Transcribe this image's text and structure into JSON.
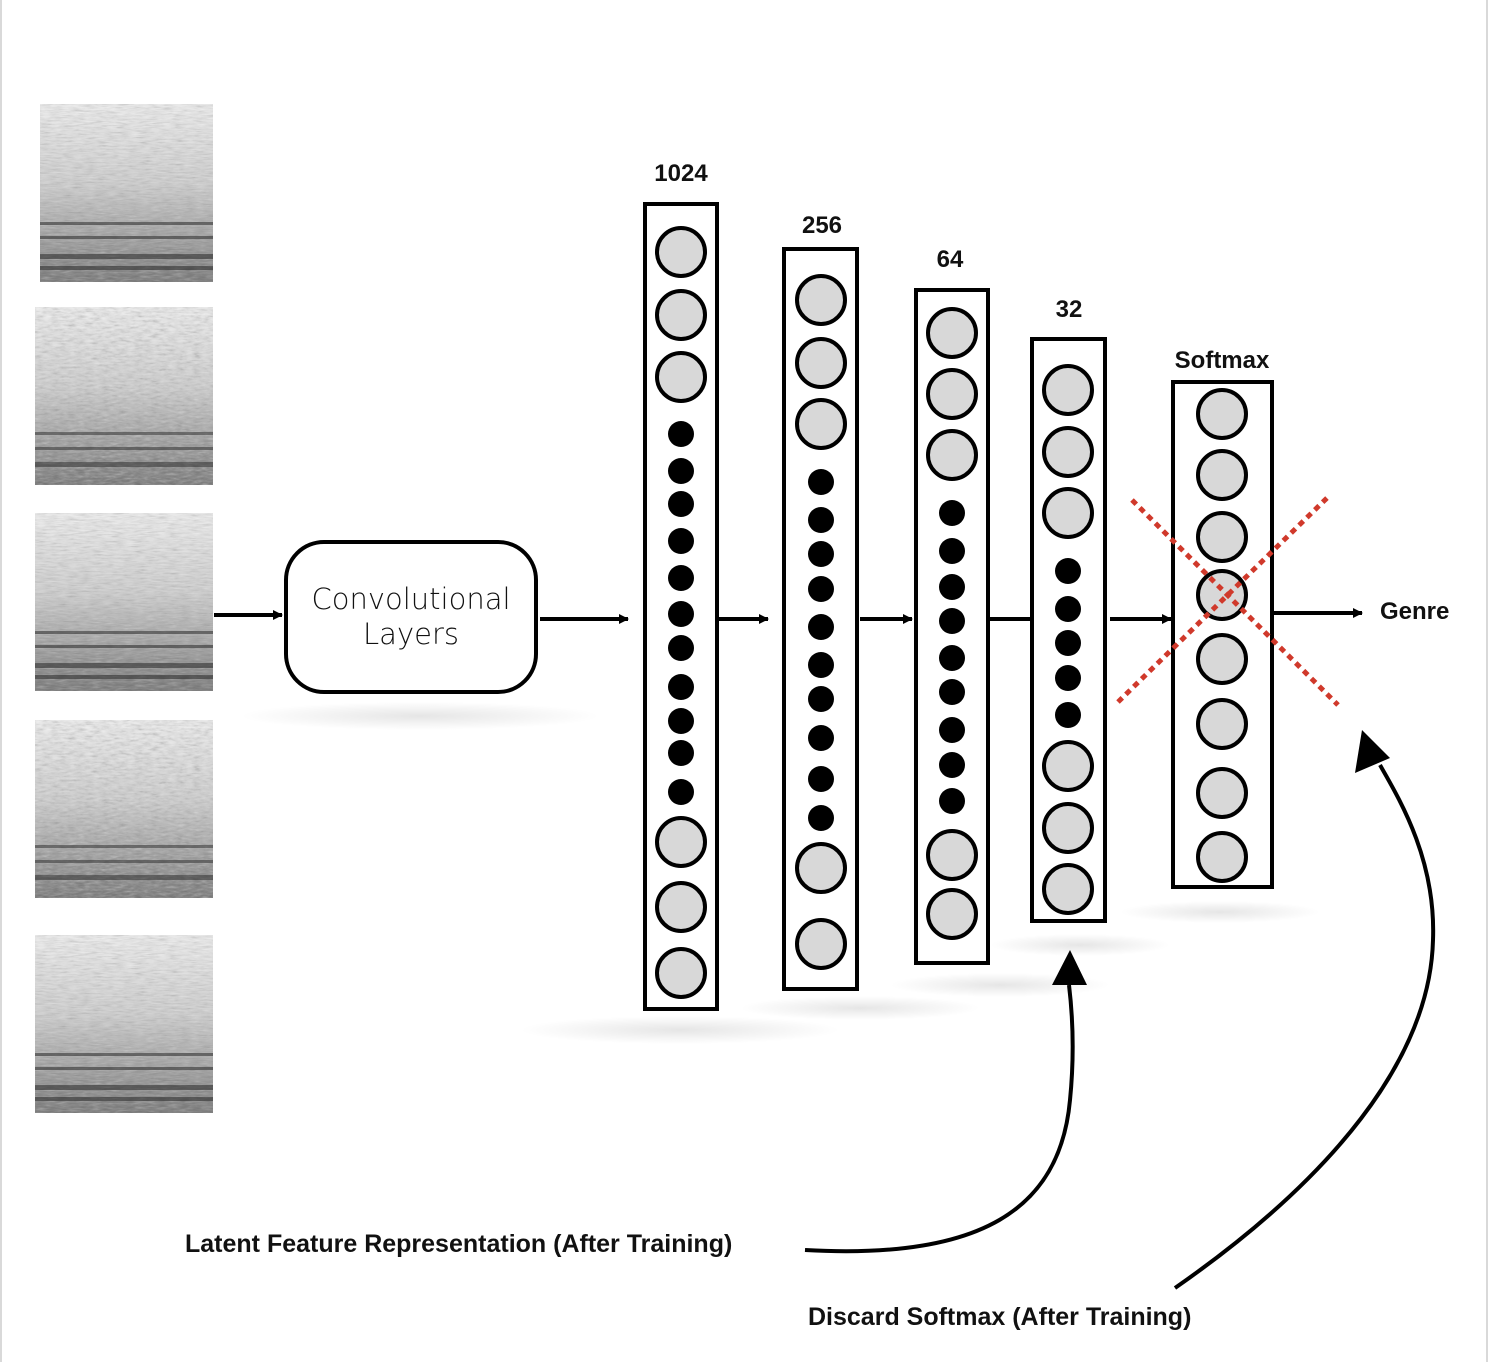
{
  "diagram": {
    "input_spectrograms": [
      "spectrogram-1",
      "spectrogram-2",
      "spectrogram-3",
      "spectrogram-4",
      "spectrogram-5"
    ],
    "conv_block": {
      "line1": "Convolutional",
      "line2": "Layers"
    },
    "layers": [
      {
        "label": "1024",
        "nodes": [
          "open",
          "open",
          "open",
          "dot",
          "dot",
          "dot",
          "dot",
          "dot",
          "dot",
          "dot",
          "dot",
          "dot",
          "dot",
          "dot",
          "open",
          "open",
          "open"
        ]
      },
      {
        "label": "256",
        "nodes": [
          "open",
          "open",
          "open",
          "dot",
          "dot",
          "dot",
          "dot",
          "dot",
          "dot",
          "dot",
          "dot",
          "dot",
          "dot",
          "open",
          "open"
        ]
      },
      {
        "label": "64",
        "nodes": [
          "open",
          "open",
          "open",
          "dot",
          "dot",
          "dot",
          "dot",
          "dot",
          "dot",
          "dot",
          "dot",
          "dot",
          "open",
          "open"
        ]
      },
      {
        "label": "32",
        "nodes": [
          "open",
          "open",
          "open",
          "dot",
          "dot",
          "dot",
          "dot",
          "dot",
          "open",
          "open",
          "open"
        ]
      },
      {
        "label": "Softmax",
        "nodes": [
          "open",
          "open",
          "open",
          "open",
          "open",
          "open",
          "open",
          "open"
        ],
        "discarded": true
      }
    ],
    "output_label": "Genre",
    "annotations": {
      "latent": "Latent Feature Representation (After Training)",
      "discard": "Discard Softmax (After Training)"
    },
    "colors": {
      "node_fill": "#d8d8d8",
      "stroke": "#000000",
      "cross": "#d0392b"
    }
  }
}
